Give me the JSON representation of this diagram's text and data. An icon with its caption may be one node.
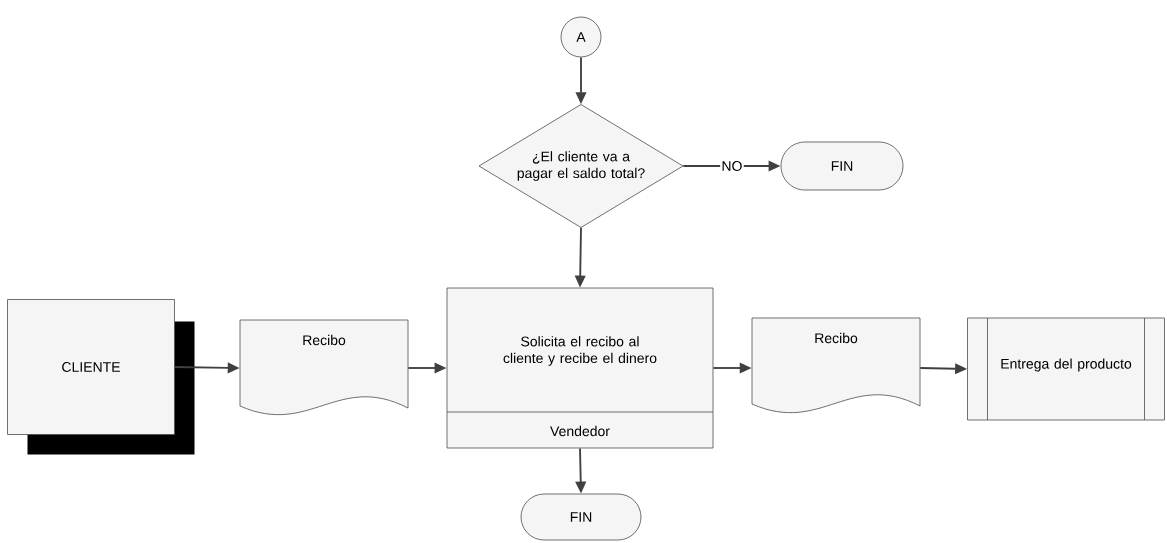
{
  "diagram": {
    "nodes": [
      {
        "text": [
          "A"
        ]
      },
      {
        "text": [
          "¿El cliente va a pagar el saldo total?"
        ]
      },
      {
        "text": [
          "FIN"
        ]
      },
      {
        "text": [
          "CLIENTE"
        ]
      },
      {
        "text": [
          "Recibo"
        ]
      },
      {
        "text": [
          "Solicita el recibo al cliente y recibe el dinero",
          "Vendedor"
        ]
      },
      {
        "text": [
          "Recibo"
        ]
      },
      {
        "text": [
          "Entrega del producto"
        ]
      },
      {
        "text": [
          "FIN"
        ]
      }
    ],
    "edges": [
      {
        "from": 0,
        "to": 1,
        "arrow": "to"
      },
      {
        "from": 1,
        "to": 2,
        "arrow": "to",
        "label": "NO"
      },
      {
        "from": 1,
        "to": 5,
        "arrow": "to"
      },
      {
        "from": 3,
        "to": 4,
        "arrow": "to"
      },
      {
        "from": 4,
        "to": 5,
        "arrow": "to"
      },
      {
        "from": 5,
        "to": 6,
        "arrow": "to"
      },
      {
        "from": 6,
        "to": 7,
        "arrow": "to"
      },
      {
        "from": 5,
        "to": 8,
        "arrow": "to"
      }
    ]
  }
}
